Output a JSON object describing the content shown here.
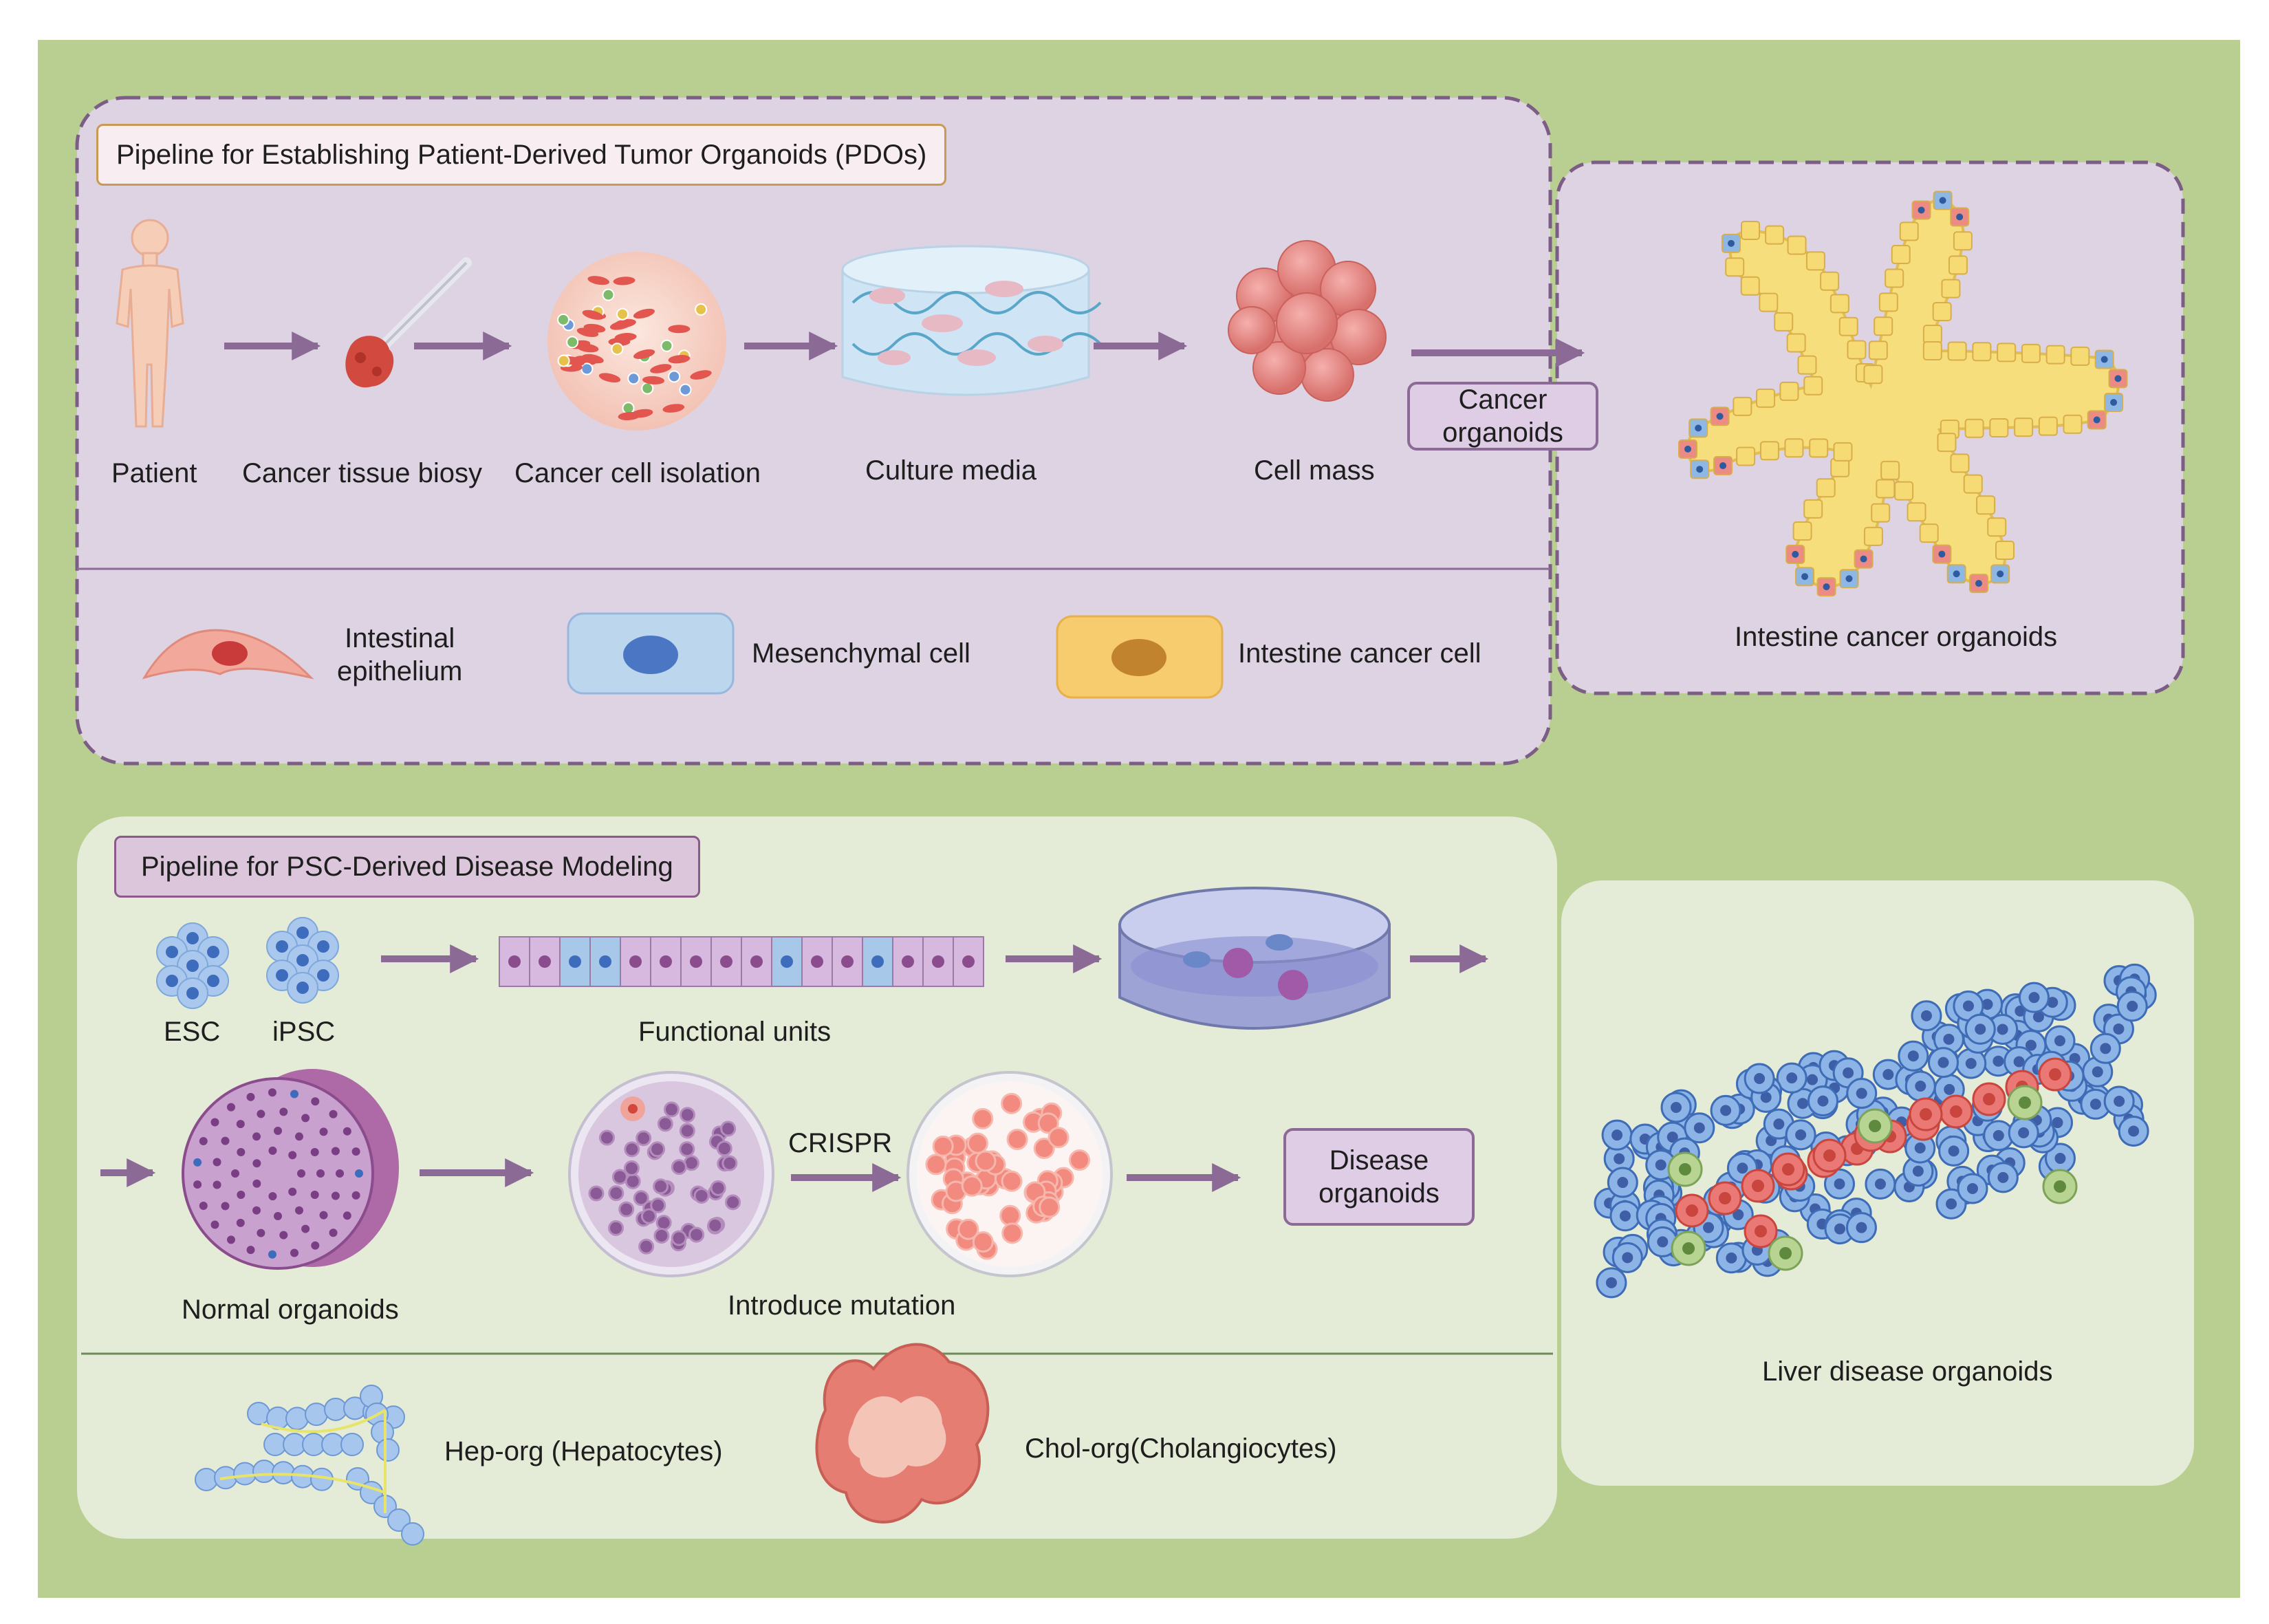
{
  "pdo_panel": {
    "title": "Pipeline for Establishing Patient-Derived Tumor Organoids (PDOs)",
    "steps": [
      "Patient",
      "Cancer tissue biosy",
      "Cancer cell isolation",
      "Culture media",
      "Cell mass"
    ],
    "legend": {
      "epithelium_line1": "Intestinal",
      "epithelium_line2": "epithelium",
      "mesenchymal": "Mesenchymal cell",
      "cancer_cell": "Intestine cancer cell"
    },
    "output_tag": "Cancer organoids",
    "organoid_label": "Intestine cancer organoids"
  },
  "psc_panel": {
    "title": "Pipeline for PSC-Derived Disease Modeling",
    "esc": "ESC",
    "ipsc": "iPSC",
    "functional_units": "Functional units",
    "normal_organoids": "Normal organoids",
    "crispr": "CRISPR",
    "introduce_mutation": "Introduce mutation",
    "disease_tag_line1": "Disease",
    "disease_tag_line2": "organoids",
    "hep_org": "Hep-org (Hepatocytes)",
    "chol_org": "Chol-org(Cholangiocytes)",
    "liver_label": "Liver disease organoids"
  },
  "colors": {
    "outer_bg": "#b9cf91",
    "pdo_panel_bg": "#ddd3e3",
    "pdo_border": "#7c5d86",
    "psc_panel_bg": "#e4ebd6",
    "arrow": "#8c6a96",
    "cancer_yellow": "#f6da74",
    "cell_blue": "#7ea8dc",
    "cell_red": "#e4716c"
  }
}
